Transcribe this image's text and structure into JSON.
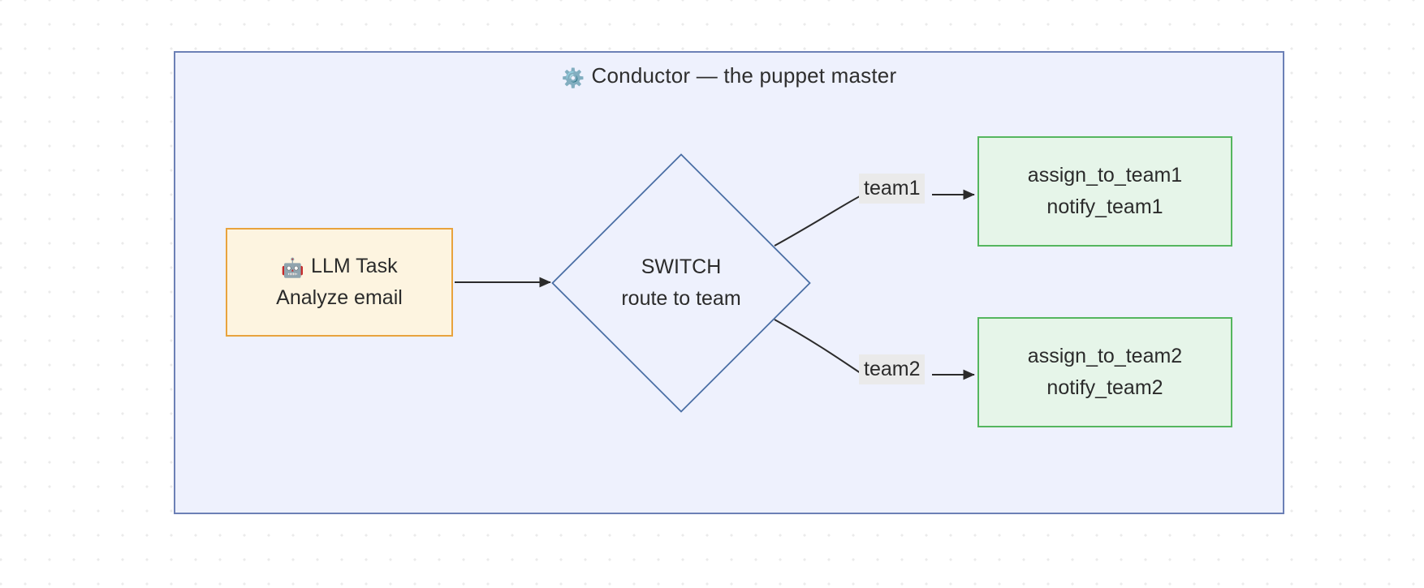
{
  "diagram": {
    "type": "flowchart",
    "direction": "left-to-right",
    "background": {
      "color": "#ffffff",
      "pattern": "dot-grid",
      "dot_color": "#ebebeb",
      "dot_spacing": 30
    },
    "subgraph": {
      "title": "Conductor — the puppet master",
      "title_icon": "⚙️",
      "title_icon_name": "gear-icon",
      "fill": "#eef1fd",
      "border": "#6c80b6"
    },
    "nodes": [
      {
        "id": "llm_task",
        "shape": "rectangle",
        "icon": "🤖",
        "icon_name": "robot-icon",
        "line1": "LLM Task",
        "line2": "Analyze email",
        "fill": "#fdf4e0",
        "border": "#e8a33d"
      },
      {
        "id": "switch",
        "shape": "diamond",
        "line1": "SWITCH",
        "line2": "route to team",
        "fill": "#eef1fd",
        "border": "#4a6fa5"
      },
      {
        "id": "team1_actions",
        "shape": "rectangle",
        "line1": "assign_to_team1",
        "line2": "notify_team1",
        "fill": "#e6f5e9",
        "border": "#55b65f"
      },
      {
        "id": "team2_actions",
        "shape": "rectangle",
        "line1": "assign_to_team2",
        "line2": "notify_team2",
        "fill": "#e6f5e9",
        "border": "#55b65f"
      }
    ],
    "edges": [
      {
        "from": "llm_task",
        "to": "switch",
        "label": ""
      },
      {
        "from": "switch",
        "to": "team1_actions",
        "label": "team1"
      },
      {
        "from": "switch",
        "to": "team2_actions",
        "label": "team2"
      }
    ],
    "edge_style": {
      "color": "#2b2b2b",
      "width": 2,
      "arrowhead": "filled-triangle",
      "label_background": "#eaeaea"
    }
  }
}
